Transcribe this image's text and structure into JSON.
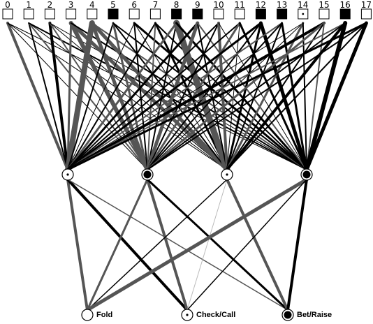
{
  "inputs": {
    "labels": [
      "0",
      "1",
      "2",
      "3",
      "4",
      "5",
      "6",
      "7",
      "8",
      "9",
      "10",
      "11",
      "12",
      "13",
      "14",
      "15",
      "16",
      "17"
    ],
    "states": [
      "off",
      "off",
      "off",
      "off",
      "off",
      "on",
      "off",
      "off",
      "on",
      "on",
      "off",
      "off",
      "on",
      "on",
      "dot",
      "off",
      "on",
      "off"
    ]
  },
  "hidden": {
    "states": [
      "dot",
      "filled",
      "dot",
      "filled"
    ]
  },
  "outputs": {
    "labels": [
      "Fold",
      "Check/Call",
      "Bet/Raise"
    ],
    "states": [
      "empty",
      "dot",
      "filled"
    ]
  },
  "colors": {
    "positive": "#000000",
    "negative": "#555555",
    "weak": "#bbbbbb",
    "background": "#ffffff"
  },
  "edges_input_hidden": [
    [
      0,
      0,
      "n",
      4
    ],
    [
      0,
      1,
      "p",
      1
    ],
    [
      0,
      2,
      "p",
      1
    ],
    [
      0,
      3,
      "p",
      1
    ],
    [
      1,
      0,
      "p",
      2
    ],
    [
      1,
      1,
      "n",
      2
    ],
    [
      1,
      2,
      "p",
      1
    ],
    [
      1,
      3,
      "p",
      2
    ],
    [
      2,
      0,
      "p",
      4
    ],
    [
      2,
      1,
      "n",
      2
    ],
    [
      2,
      2,
      "p",
      1
    ],
    [
      2,
      3,
      "p",
      1
    ],
    [
      3,
      0,
      "n",
      3
    ],
    [
      3,
      1,
      "n",
      6
    ],
    [
      3,
      2,
      "n",
      5
    ],
    [
      3,
      3,
      "p",
      2
    ],
    [
      4,
      0,
      "n",
      8
    ],
    [
      4,
      1,
      "n",
      5
    ],
    [
      4,
      2,
      "n",
      5
    ],
    [
      4,
      3,
      "n",
      2
    ],
    [
      5,
      0,
      "p",
      2
    ],
    [
      5,
      1,
      "n",
      3
    ],
    [
      5,
      2,
      "p",
      2
    ],
    [
      5,
      3,
      "p",
      2
    ],
    [
      6,
      0,
      "p",
      1
    ],
    [
      6,
      1,
      "p",
      2
    ],
    [
      6,
      2,
      "p",
      1
    ],
    [
      6,
      3,
      "p",
      3
    ],
    [
      7,
      0,
      "p",
      2
    ],
    [
      7,
      1,
      "n",
      2
    ],
    [
      7,
      2,
      "p",
      3
    ],
    [
      7,
      3,
      "p",
      2
    ],
    [
      8,
      0,
      "n",
      3
    ],
    [
      8,
      1,
      "p",
      2
    ],
    [
      8,
      2,
      "n",
      9
    ],
    [
      8,
      3,
      "p",
      3
    ],
    [
      9,
      0,
      "p",
      3
    ],
    [
      9,
      1,
      "n",
      5
    ],
    [
      9,
      2,
      "p",
      2
    ],
    [
      9,
      3,
      "n",
      2
    ],
    [
      10,
      0,
      "p",
      2
    ],
    [
      10,
      1,
      "p",
      2
    ],
    [
      10,
      2,
      "n",
      4
    ],
    [
      10,
      3,
      "p",
      1
    ],
    [
      11,
      0,
      "p",
      2
    ],
    [
      11,
      1,
      "n",
      3
    ],
    [
      11,
      2,
      "p",
      1
    ],
    [
      11,
      3,
      "p",
      3
    ],
    [
      12,
      0,
      "p",
      3
    ],
    [
      12,
      1,
      "p",
      2
    ],
    [
      12,
      2,
      "p",
      3
    ],
    [
      12,
      3,
      "p",
      5
    ],
    [
      13,
      0,
      "n",
      2
    ],
    [
      13,
      1,
      "p",
      2
    ],
    [
      13,
      2,
      "p",
      2
    ],
    [
      13,
      3,
      "p",
      3
    ],
    [
      14,
      0,
      "p",
      1
    ],
    [
      14,
      1,
      "p",
      1
    ],
    [
      14,
      2,
      "n",
      3
    ],
    [
      14,
      3,
      "p",
      2
    ],
    [
      15,
      0,
      "p",
      4
    ],
    [
      15,
      1,
      "n",
      3
    ],
    [
      15,
      2,
      "p",
      2
    ],
    [
      15,
      3,
      "n",
      2
    ],
    [
      16,
      0,
      "n",
      2
    ],
    [
      16,
      1,
      "p",
      2
    ],
    [
      16,
      2,
      "p",
      4
    ],
    [
      16,
      3,
      "p",
      6
    ],
    [
      17,
      0,
      "p",
      3
    ],
    [
      17,
      1,
      "p",
      2
    ],
    [
      17,
      2,
      "p",
      2
    ],
    [
      17,
      3,
      "p",
      5
    ]
  ],
  "edges_hidden_output": [
    [
      0,
      0,
      "n",
      4
    ],
    [
      0,
      1,
      "p",
      4
    ],
    [
      0,
      2,
      "n",
      1.5
    ],
    [
      1,
      0,
      "n",
      3
    ],
    [
      1,
      1,
      "n",
      4
    ],
    [
      1,
      2,
      "p",
      3
    ],
    [
      2,
      0,
      "p",
      1.5
    ],
    [
      2,
      1,
      "w",
      1
    ],
    [
      2,
      2,
      "n",
      4
    ],
    [
      3,
      0,
      "n",
      5
    ],
    [
      3,
      1,
      "p",
      1.5
    ],
    [
      3,
      2,
      "p",
      4
    ]
  ]
}
